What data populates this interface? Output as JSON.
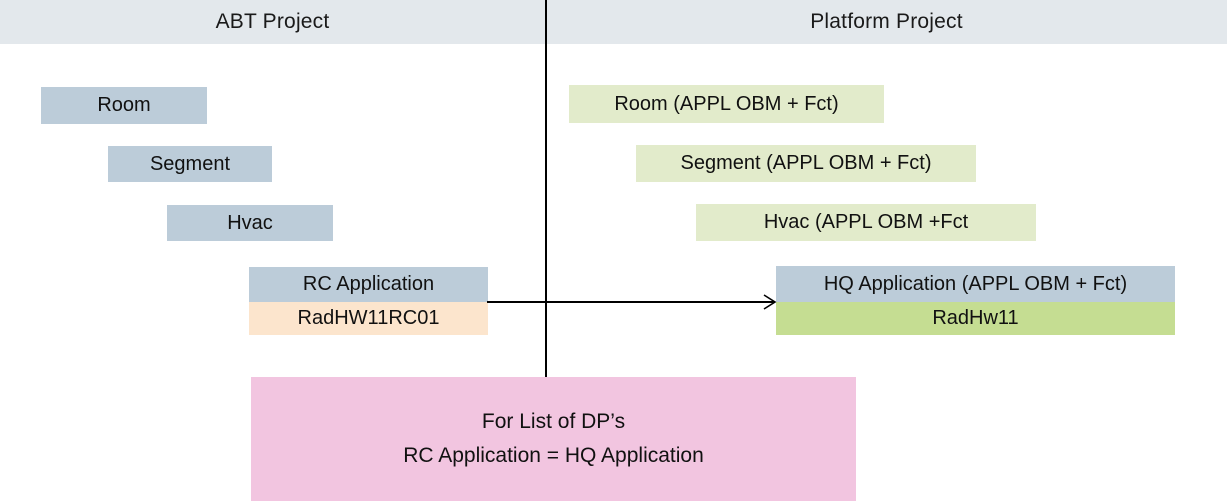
{
  "headers": {
    "left": "ABT Project",
    "right": "Platform Project"
  },
  "colors": {
    "header_bar": "#e3e8ec",
    "blue_gray": "#bcccd9",
    "light_green": "#e2ebcb",
    "olive_green": "#c5dd92",
    "peach": "#fce5cd",
    "pink": "#f2c5e0",
    "line": "#000000"
  },
  "abt_project": {
    "nodes": [
      {
        "label": "Room",
        "fill": "blue_gray"
      },
      {
        "label": "Segment",
        "fill": "blue_gray"
      },
      {
        "label": "Hvac",
        "fill": "blue_gray"
      },
      {
        "label": "RC Application",
        "fill": "blue_gray"
      },
      {
        "label": "RadHW11RC01",
        "fill": "peach"
      }
    ]
  },
  "platform_project": {
    "nodes": [
      {
        "label": "Room (APPL OBM + Fct)",
        "fill": "light_green"
      },
      {
        "label": "Segment (APPL OBM + Fct)",
        "fill": "light_green"
      },
      {
        "label": "Hvac (APPL OBM +Fct",
        "fill": "light_green"
      },
      {
        "label": "HQ Application  (APPL OBM + Fct)",
        "fill": "blue_gray"
      },
      {
        "label": "RadHw11",
        "fill": "olive_green"
      }
    ]
  },
  "connector": {
    "name": "mapping-arrow",
    "from": "RadHW11RC01",
    "to": "RadHw11",
    "direction": "right"
  },
  "note": {
    "line1": "For List of DP’s",
    "line2": "RC Application  =  HQ Application",
    "fill": "pink"
  }
}
